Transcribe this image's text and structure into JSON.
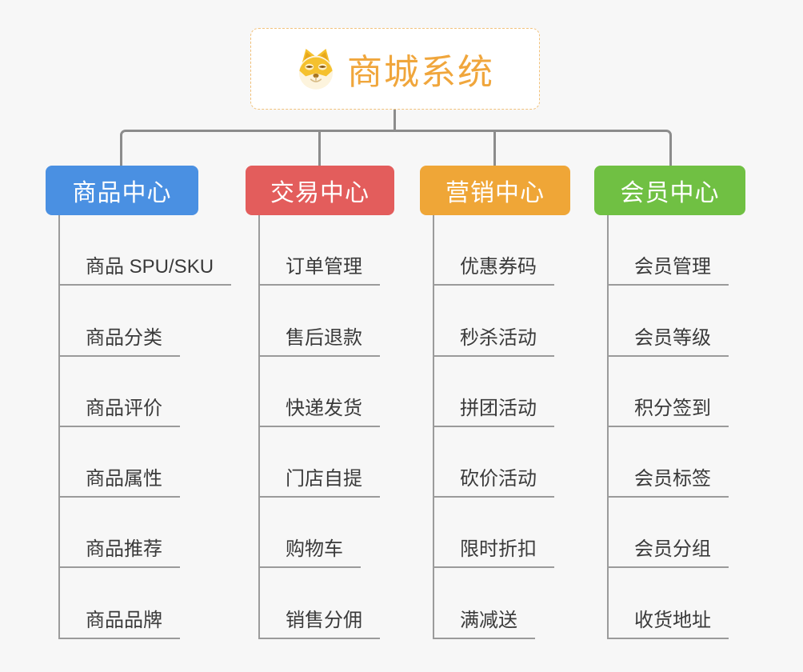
{
  "app": {
    "background_color": "#f7f7f7",
    "connector_color": "#8c8c8c",
    "leaf_line_color": "#9b9b9b",
    "leaf_text_color": "#3a3a3a"
  },
  "root": {
    "title": "商城系统",
    "icon": "shiba-dog-icon",
    "title_color": "#f0a63c",
    "border_color": "#f2c27c",
    "background": "#ffffff"
  },
  "branches": [
    {
      "label": "商品中心",
      "color": "#4a90e2",
      "children": [
        "商品 SPU/SKU",
        "商品分类",
        "商品评价",
        "商品属性",
        "商品推荐",
        "商品品牌"
      ]
    },
    {
      "label": "交易中心",
      "color": "#e35d5c",
      "children": [
        "订单管理",
        "售后退款",
        "快递发货",
        "门店自提",
        "购物车",
        "销售分佣"
      ]
    },
    {
      "label": "营销中心",
      "color": "#efa637",
      "children": [
        "优惠券码",
        "秒杀活动",
        "拼团活动",
        "砍价活动",
        "限时折扣",
        "满减送"
      ]
    },
    {
      "label": "会员中心",
      "color": "#70c043",
      "children": [
        "会员管理",
        "会员等级",
        "积分签到",
        "会员标签",
        "会员分组",
        "收货地址"
      ]
    }
  ]
}
